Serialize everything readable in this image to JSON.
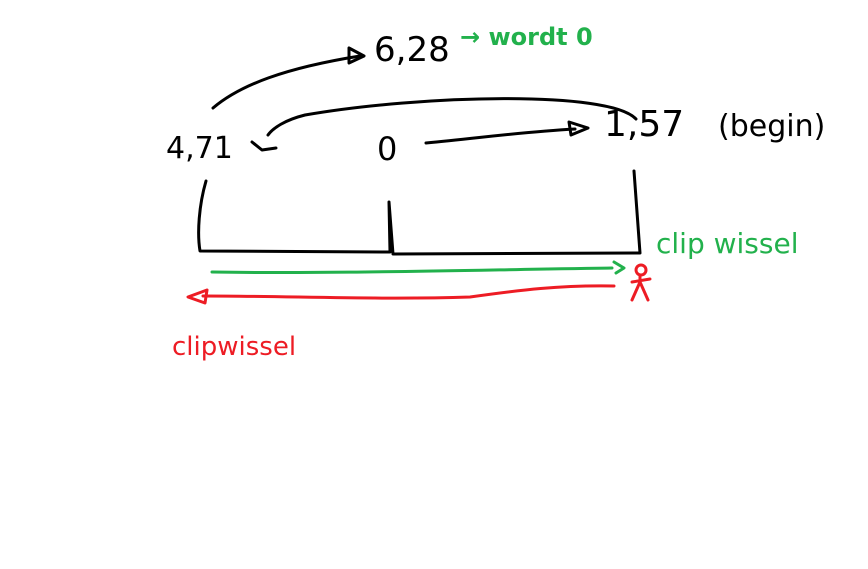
{
  "labels": {
    "top_value": "6,28",
    "top_note": "→ wordt 0",
    "left_value": "4,71",
    "center_value": "0",
    "right_value": "1,57",
    "right_note": "(begin)",
    "green_note": "clip wissel",
    "red_note": "clipwissel"
  },
  "colors": {
    "black": "#000000",
    "green": "#22b14c",
    "red": "#ed1c24",
    "background": "#ffffff"
  }
}
